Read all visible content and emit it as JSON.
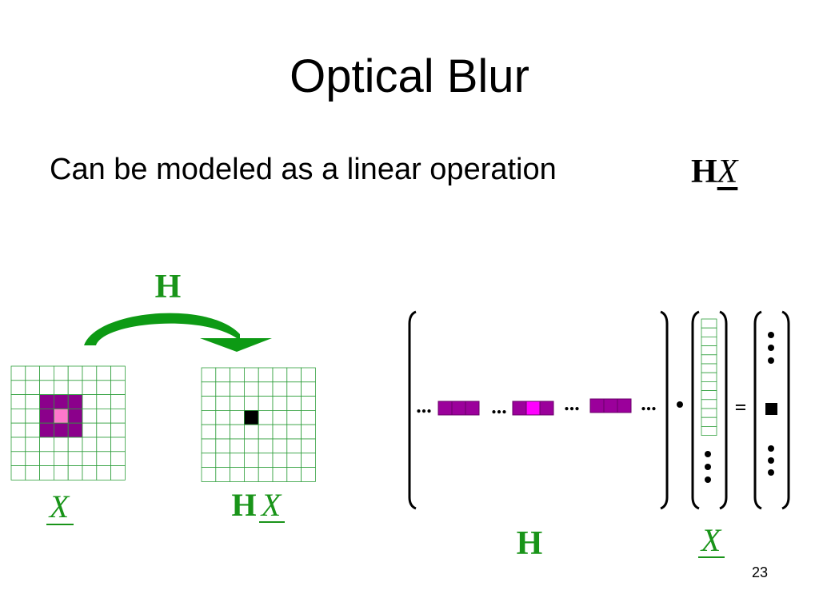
{
  "slide": {
    "title": "Optical Blur",
    "subtitle": "Can be modeled as a linear operation",
    "page_number": "23"
  },
  "formula": {
    "operator": "H",
    "vector": "X"
  },
  "left_figure": {
    "arrow_label": "H",
    "input_label": "X",
    "output_label_op": "H",
    "output_label_vec": "X"
  },
  "matrix_figure": {
    "ellipsis": "...",
    "dot": "•",
    "equals": "=",
    "matrix_label": "H",
    "vector_label": "X"
  },
  "colors": {
    "grid_line": "#2e9e3b",
    "green_text": "#199419",
    "arrow": "#0d9a14",
    "purple_dark": "#8b008b",
    "purple_mid": "#9b009b",
    "pink_center": "#ff77cc",
    "magenta_center": "#ff00ff",
    "black": "#000000"
  }
}
